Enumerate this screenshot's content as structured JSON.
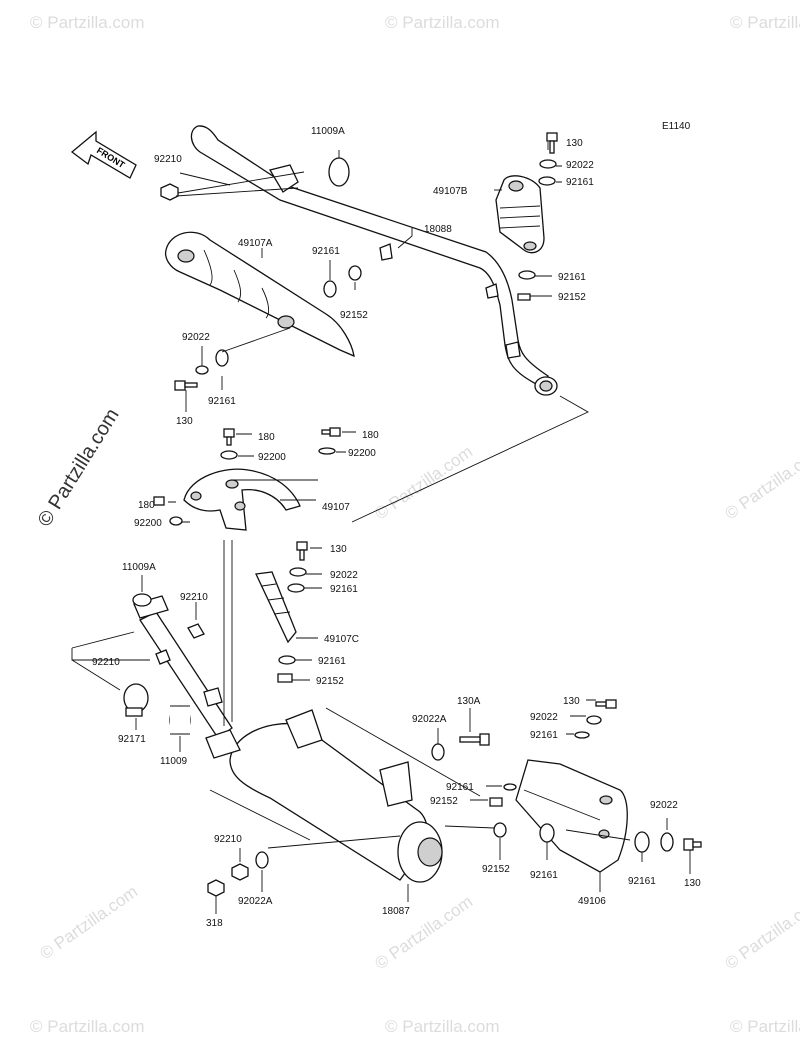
{
  "diagram_code": "E1140",
  "front_label": "FRONT",
  "watermark": "© Partzilla.com",
  "side_watermark": "© Partzilla.com",
  "labels": {
    "l11009A_top": "11009A",
    "l92210_top": "92210",
    "l130_tr": "130",
    "l92022_tr": "92022",
    "l49107B": "49107B",
    "l92161_tr": "92161",
    "l18088": "18088",
    "l49107A": "49107A",
    "l92161_mid": "92161",
    "l92152_mid": "92152",
    "l92161_r2": "92161",
    "l92152_r2": "92152",
    "l92022_left": "92022",
    "l130_left": "130",
    "l92161_left": "92161",
    "l180_a": "180",
    "l180_b": "180",
    "l92200_a": "92200",
    "l92200_b": "92200",
    "l180_c": "180",
    "l92200_c": "92200",
    "l49107": "49107",
    "l130_mid": "130",
    "l92022_mid": "92022",
    "l92161_m3": "92161",
    "l49107C": "49107C",
    "l92161_m4": "92161",
    "l92152_m3": "92152",
    "l11009A_b": "11009A",
    "l92210_b": "92210",
    "l92210_c": "92210",
    "l92171": "92171",
    "l11009": "11009",
    "l92022A_a": "92022A",
    "l130A": "130A",
    "l130_br": "130",
    "l92022_br": "92022",
    "l92161_br": "92161",
    "l92161_b2": "92161",
    "l92152_b2": "92152",
    "l92022_br2": "92022",
    "l92210_d": "92210",
    "l92022A_b": "92022A",
    "l318": "318",
    "l18087": "18087",
    "l92152_b3": "92152",
    "l92161_b3": "92161",
    "l49106": "49106",
    "l92161_b4": "92161",
    "l130_b4": "130"
  }
}
